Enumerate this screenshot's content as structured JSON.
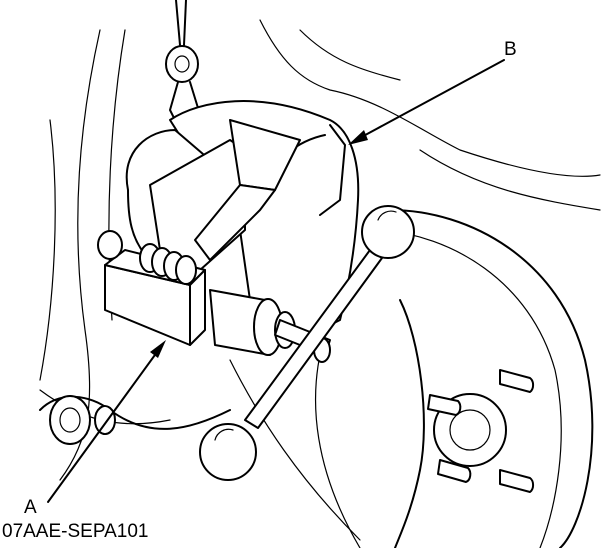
{
  "callouts": {
    "a": "A",
    "b": "B"
  },
  "part_number": "07AAE-SEPA101"
}
